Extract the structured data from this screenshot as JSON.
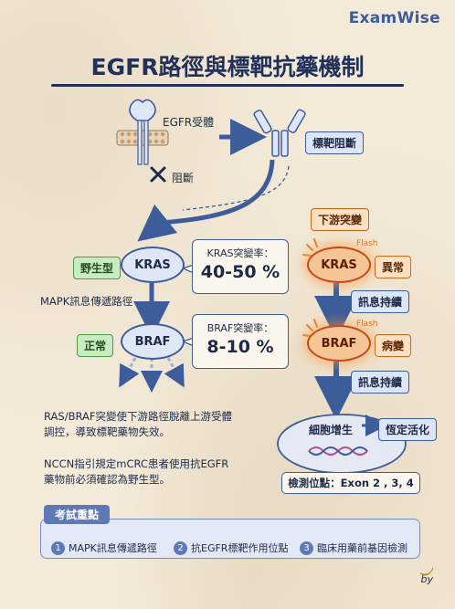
{
  "brand": "ExamWise",
  "title": "EGFR路徑與標靶抗藥機制",
  "egfr": {
    "receptor_label": "EGFR受體",
    "block_label": "阻斷",
    "drug_label": "標靶阻斷"
  },
  "left": {
    "wild_tag": "野生型",
    "pathway_label": "MAPK訊息傳遞路徑",
    "normal_tag": "正常",
    "kras": "KRAS",
    "braf": "BRAF",
    "kras_rate_title": "KRAS突變率：",
    "kras_rate_value": "40-50 %",
    "braf_rate_title": "BRAF突變率：",
    "braf_rate_value": "8-10 %"
  },
  "right": {
    "downstream_tag": "下游突變",
    "flash1": "Flash",
    "flash2": "Flash",
    "kras": "KRAS",
    "braf": "BRAF",
    "abnormal_tag": "異常",
    "lesion_tag": "病變",
    "persist1": "訊息持續",
    "persist2": "訊息持續"
  },
  "cell": {
    "prolif": "細胞增生",
    "activation": "恆定活化",
    "detect": "檢測位點：Exon 2 , 3, 4"
  },
  "paragraphs": {
    "p1_line1": "RAS/BRAF突變使下游路徑脫離上游受體",
    "p1_line2": "調控，導致標靶藥物失效。",
    "p2_line1": "NCCN指引規定mCRC患者使用抗EGFR",
    "p2_line2": "藥物前必須確認為野生型。"
  },
  "exam": {
    "heading": "考試重點",
    "items": [
      {
        "num": "1",
        "text": "MAPK訊息傳遞路徑"
      },
      {
        "num": "2",
        "text": "抗EGFR標靶作用位點"
      },
      {
        "num": "3",
        "text": "臨床用藥前基因檢測"
      }
    ]
  },
  "byline": "by"
}
